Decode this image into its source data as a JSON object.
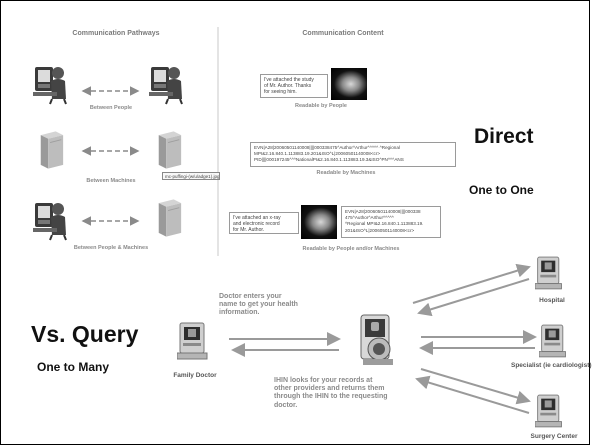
{
  "pathways": {
    "header": "Communication Pathways",
    "rows": [
      {
        "caption": "Between People"
      },
      {
        "caption": "Between Machines",
        "tooltip": "mc-puffingi-(w/u/adge1).jpg"
      },
      {
        "caption": "Between People & Machines"
      }
    ]
  },
  "content": {
    "header": "Communication Content",
    "people": {
      "note": "I've attached the study\nof Mr. Author. Thanks\nfor seeing him.",
      "caption": "Readable by People"
    },
    "machines": {
      "note": "EVN|A28|20060501140008||||000338475^Author^Arthur^^^^^ ^Regional\nMPI&2.16.840.1.113883.19.201&ISO^L|20060501140008<cr>\nPID||||000197245^^^NationalPI&2.16.840.1.113883.19.3&ISO^PN^^^ANS",
      "caption": "Readable by Machines"
    },
    "both": {
      "note_left": "I've attached an x-ray\nand electronic record\nfor Mr. Author.",
      "note_right": "EVN|A28|20060501140008||||000338\n475^Author^Arthur^^^^^\n^Regional MPI&2.16.840.1.113883.19.\n201&ISO^L|20060501140008<cr>",
      "caption": "Readable by People and/or Machines"
    }
  },
  "labels": {
    "direct": "Direct",
    "one_to_one": "One to One",
    "vs_query": "Vs. Query",
    "one_to_many": "One to Many"
  },
  "query": {
    "doctor_note": "Doctor enters your\nname to get your health\ninformation.",
    "ihin_note": "IHIN looks for your records at\nother providers and returns them\nthrough the IHIN to the requesting\ndoctor.",
    "nodes": {
      "family_doctor": "Family Doctor",
      "hospital": "Hospital",
      "specialist": "Specialist (ie cardiologist)",
      "surgery": "Surgery Center"
    }
  }
}
